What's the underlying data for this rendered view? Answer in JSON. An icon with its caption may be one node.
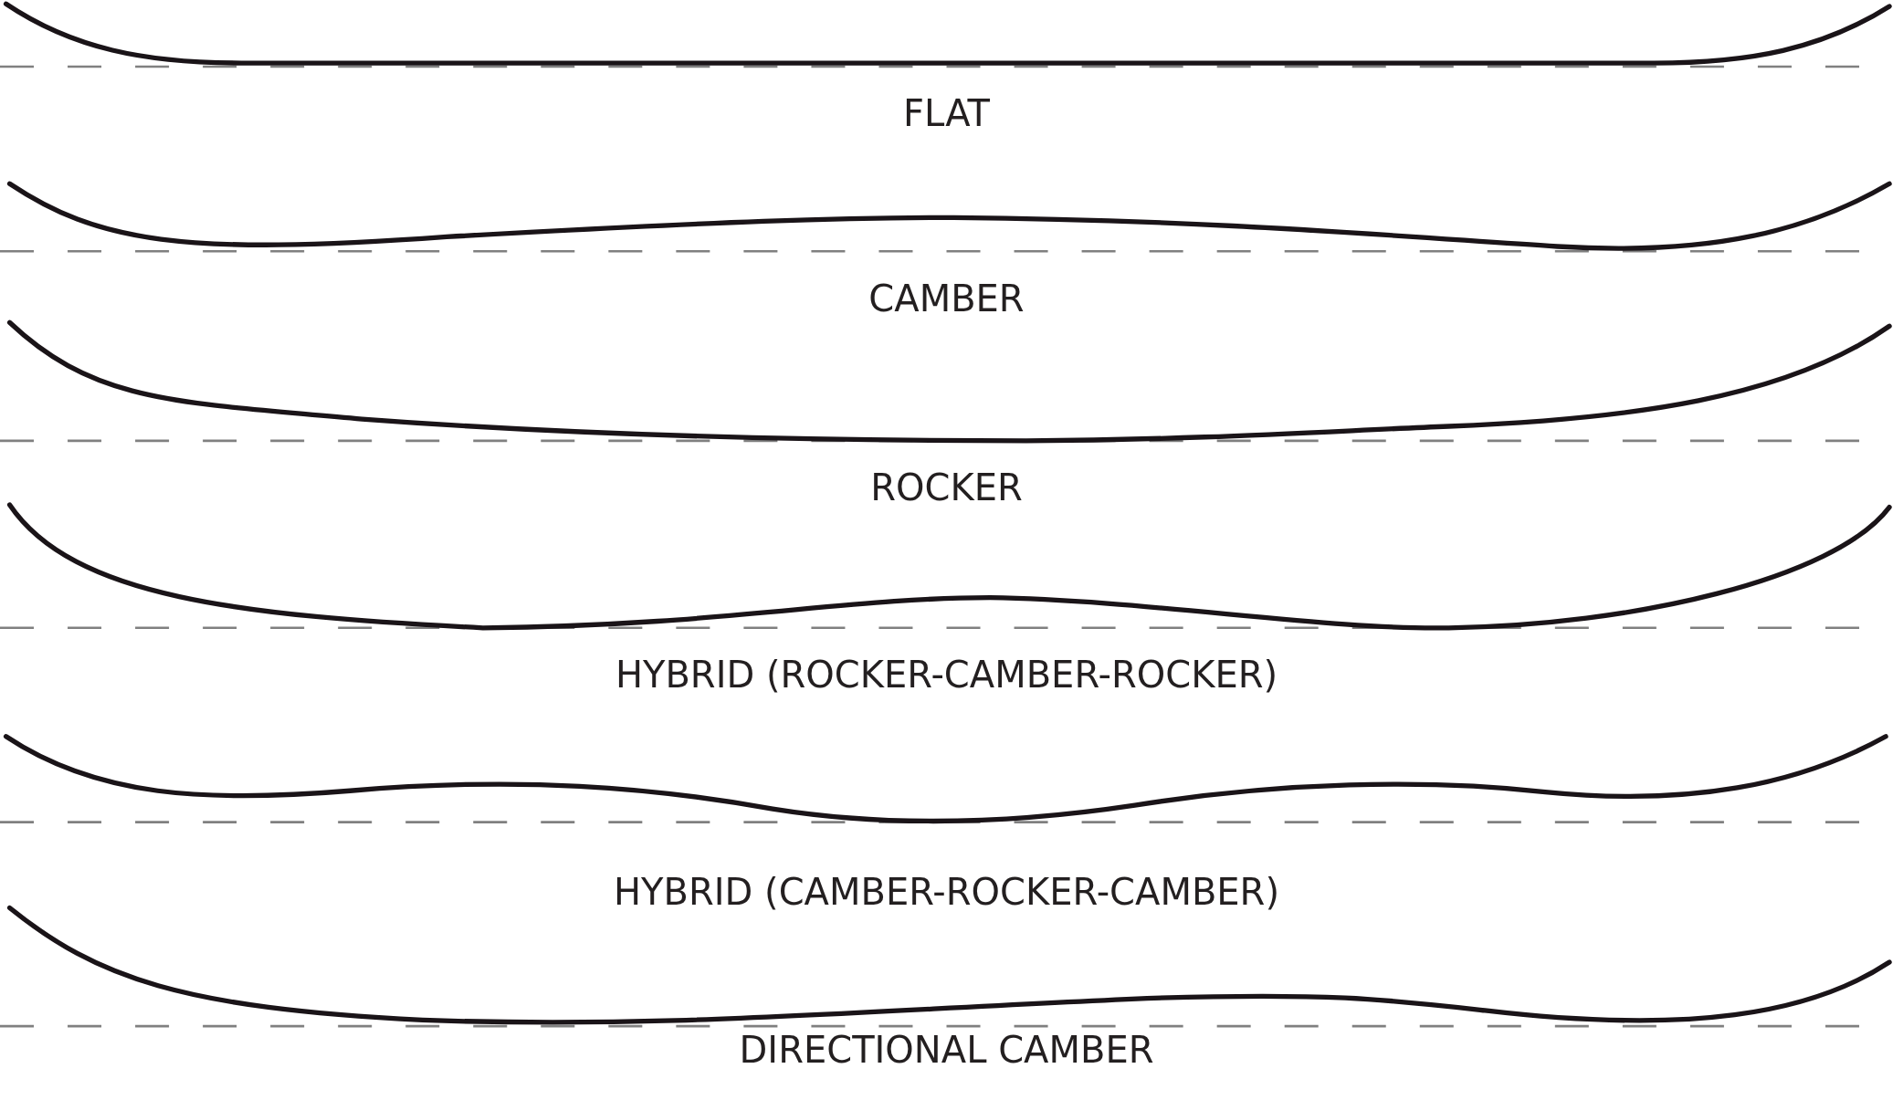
{
  "diagram": {
    "labels": [
      "FLAT",
      "CAMBER",
      "ROCKER",
      "HYBRID (ROCKER-CAMBER-ROCKER)",
      "HYBRID (CAMBER-ROCKER-CAMBER)",
      "DIRECTIONAL CAMBER"
    ]
  }
}
